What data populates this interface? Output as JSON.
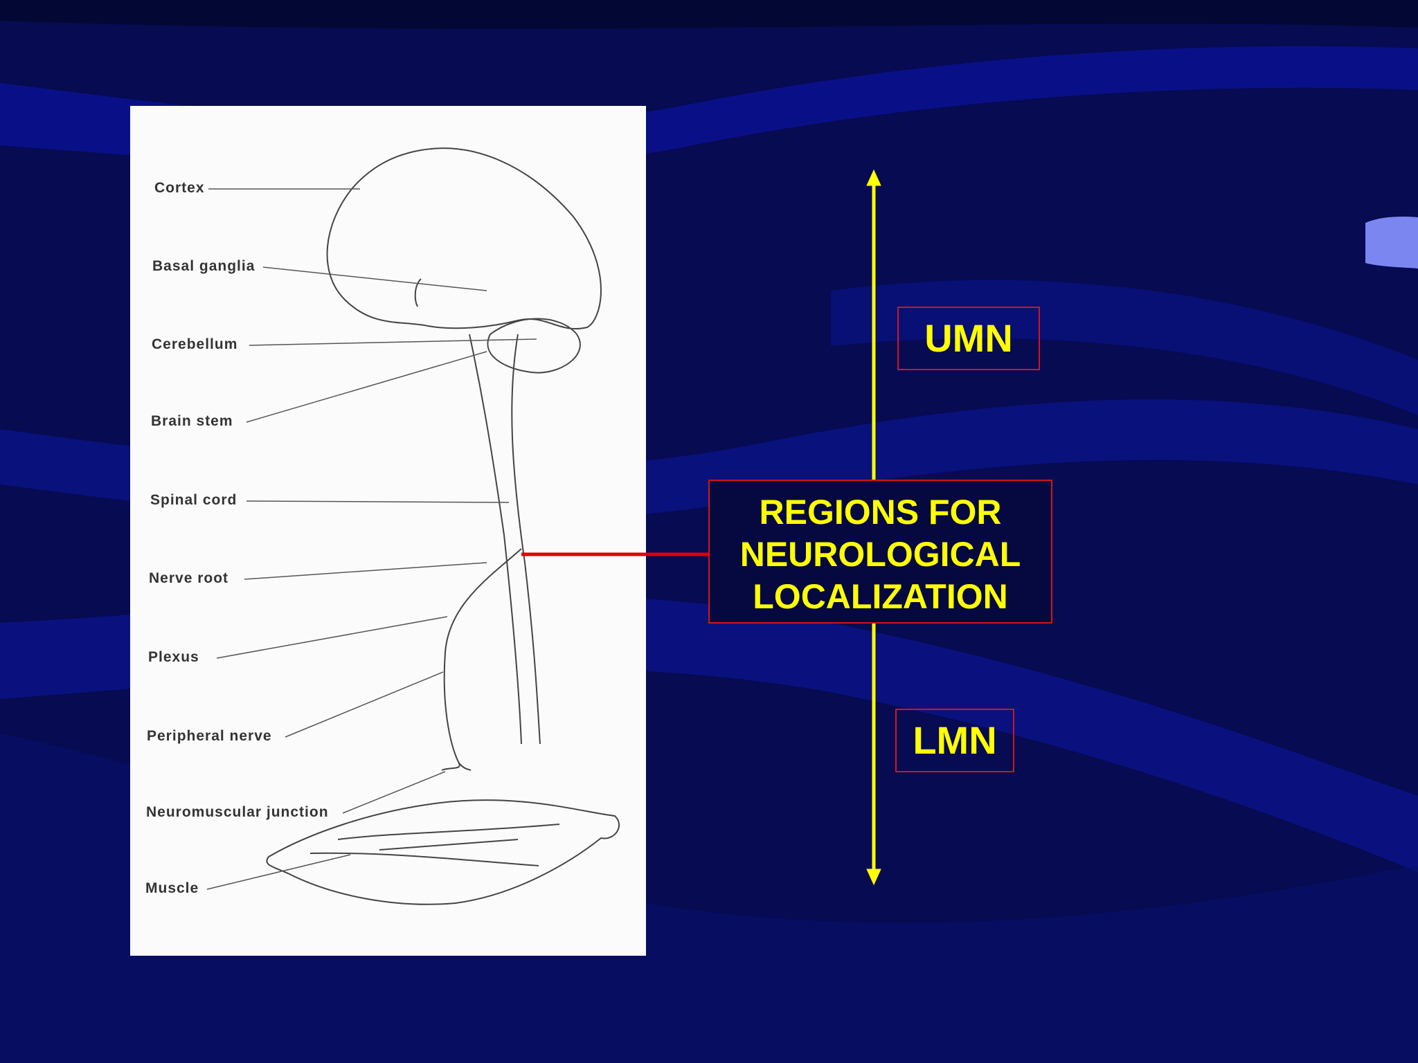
{
  "diagram": {
    "region_labels": [
      "Cortex",
      "Basal ganglia",
      "Cerebellum",
      "Brain stem",
      "Spinal cord",
      "Nerve root",
      "Plexus",
      "Peripheral nerve",
      "Neuromuscular junction",
      "Muscle"
    ],
    "upper_box_label": "UMN",
    "lower_box_label": "LMN",
    "center_box_lines": [
      "REGIONS FOR",
      "NEUROLOGICAL",
      "LOCALIZATION"
    ]
  },
  "colors": {
    "background": "#050a4a",
    "text_yellow": "#ffff00",
    "box_border_red": "#d4141a",
    "connector_red": "#e00000",
    "panel": "#fbfbfb",
    "line_art": "#444444"
  }
}
